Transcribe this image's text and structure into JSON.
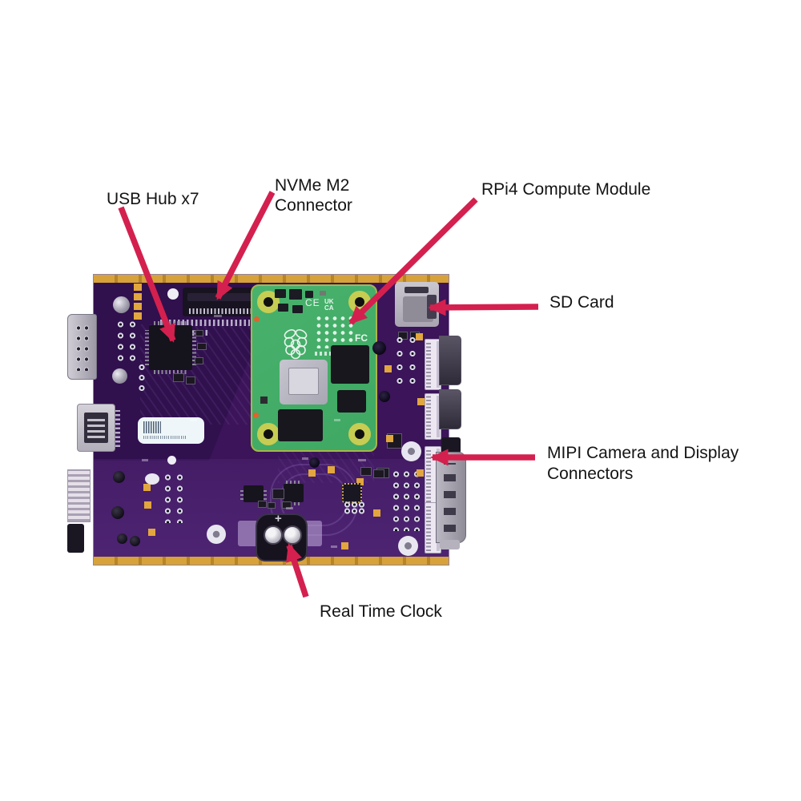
{
  "colors": {
    "background": "#ffffff",
    "arrow": "#d4204e",
    "text": "#141414",
    "board_purple": "#3b1459",
    "board_gold": "#d7a23a",
    "cm4_green": "#3fa863"
  },
  "annotations": {
    "usb_hub": "USB Hub x7",
    "nvme": "NVMe M2 Connector",
    "rpi4": "RPi4 Compute Module",
    "sd_card": "SD Card",
    "mipi": "MIPI Camera and Display Connectors",
    "rtc": "Real Time Clock"
  },
  "board_marks": {
    "ce": "CE",
    "ukca_top": "UK",
    "ukca_bottom": "CA",
    "fcc": "FC",
    "battery_plus": "+"
  }
}
